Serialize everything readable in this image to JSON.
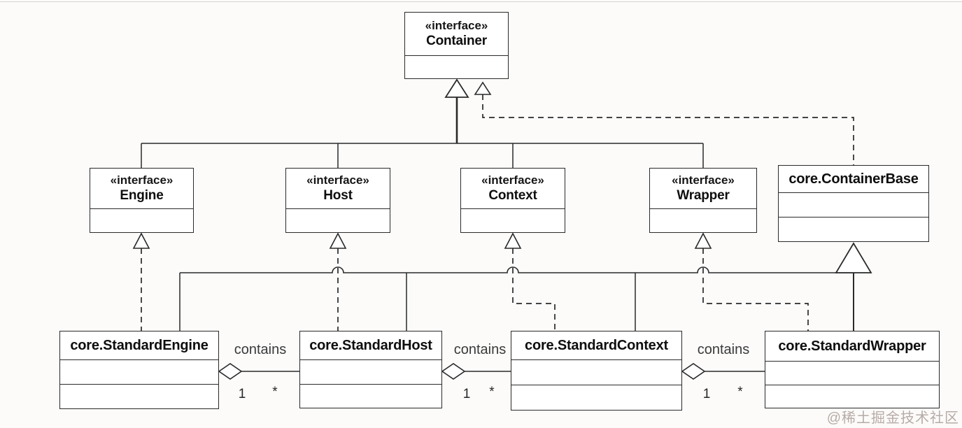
{
  "diagram": {
    "classes": {
      "container": {
        "stereotype": "«interface»",
        "name": "Container"
      },
      "engine": {
        "stereotype": "«interface»",
        "name": "Engine"
      },
      "host": {
        "stereotype": "«interface»",
        "name": "Host"
      },
      "context": {
        "stereotype": "«interface»",
        "name": "Context"
      },
      "wrapper": {
        "stereotype": "«interface»",
        "name": "Wrapper"
      },
      "container_base": {
        "name": "core.ContainerBase"
      },
      "standard_engine": {
        "name": "core.StandardEngine"
      },
      "standard_host": {
        "name": "core.StandardHost"
      },
      "standard_context": {
        "name": "core.StandardContext"
      },
      "standard_wrapper": {
        "name": "core.StandardWrapper"
      }
    },
    "aggregations": [
      {
        "label": "contains",
        "from": "core.StandardEngine",
        "to": "core.StandardHost",
        "from_multiplicity": "1",
        "to_multiplicity": "*"
      },
      {
        "label": "contains",
        "from": "core.StandardHost",
        "to": "core.StandardContext",
        "from_multiplicity": "1",
        "to_multiplicity": "*"
      },
      {
        "label": "contains",
        "from": "core.StandardContext",
        "to": "core.StandardWrapper",
        "from_multiplicity": "1",
        "to_multiplicity": "*"
      }
    ],
    "generalizations": [
      {
        "from": "Engine",
        "to": "Container"
      },
      {
        "from": "Host",
        "to": "Container"
      },
      {
        "from": "Context",
        "to": "Container"
      },
      {
        "from": "Wrapper",
        "to": "Container"
      },
      {
        "from": "core.StandardEngine",
        "to": "core.ContainerBase"
      },
      {
        "from": "core.StandardHost",
        "to": "core.ContainerBase"
      },
      {
        "from": "core.StandardContext",
        "to": "core.ContainerBase"
      },
      {
        "from": "core.StandardWrapper",
        "to": "core.ContainerBase"
      }
    ],
    "realizations": [
      {
        "from": "core.ContainerBase",
        "to": "Container"
      },
      {
        "from": "core.StandardEngine",
        "to": "Engine"
      },
      {
        "from": "core.StandardHost",
        "to": "Host"
      },
      {
        "from": "core.StandardContext",
        "to": "Context"
      },
      {
        "from": "core.StandardWrapper",
        "to": "Wrapper"
      }
    ],
    "watermark": "@稀土掘金技术社区",
    "colors": {
      "line": "#2a2a2a",
      "background": "#fcfbfa",
      "watermark": "#b6aba7"
    }
  }
}
